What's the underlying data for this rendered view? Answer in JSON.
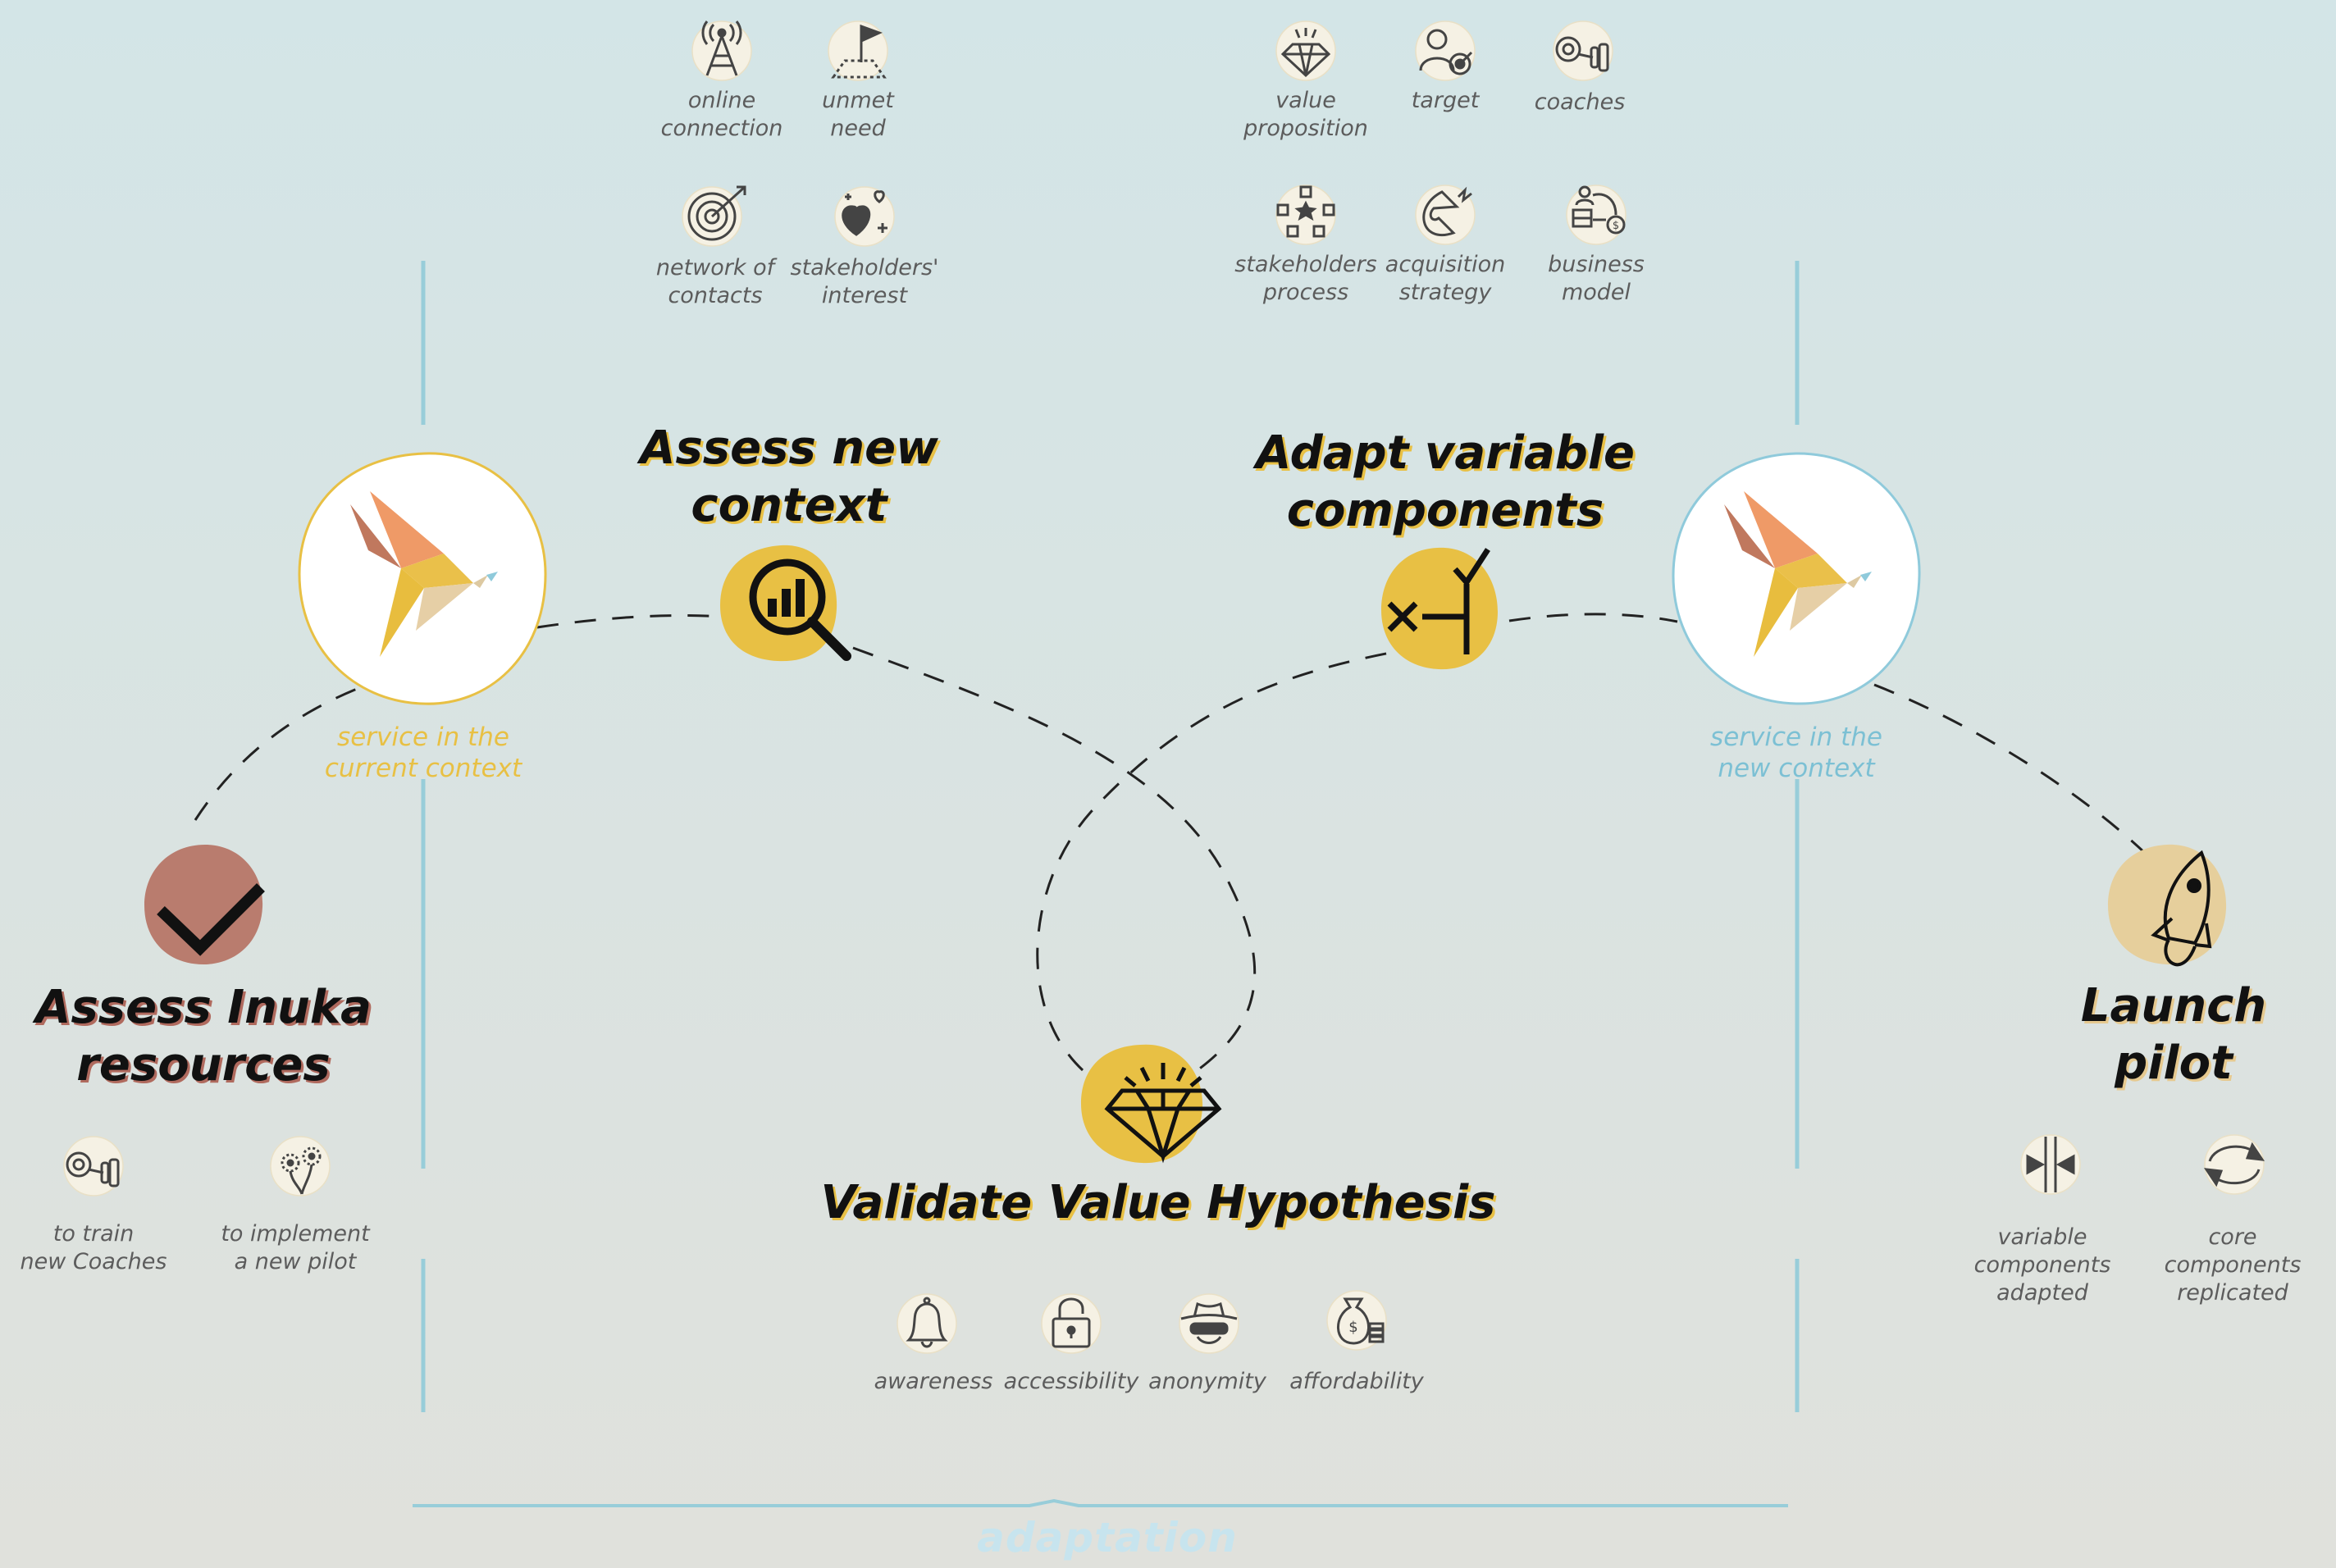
{
  "stages": {
    "assess_resources": {
      "title": "Assess Inuka\nresources"
    },
    "assess_context": {
      "title": "Assess new\ncontext"
    },
    "adapt_components": {
      "title": "Adapt variable\ncomponents"
    },
    "validate": {
      "title": "Validate Value Hypothesis"
    },
    "launch": {
      "title": "Launch\npilot"
    }
  },
  "contexts": {
    "current": "service in the\ncurrent context",
    "new": "service in the\nnew context"
  },
  "assess_context_items": [
    {
      "label": "online\nconnection",
      "icon": "antenna-icon"
    },
    {
      "label": "unmet\nneed",
      "icon": "flag-icon"
    },
    {
      "label": "network of\ncontacts",
      "icon": "target-icon"
    },
    {
      "label": "stakeholders'\ninterest",
      "icon": "heart-sparkle-icon"
    }
  ],
  "adapt_items": [
    {
      "label": "value\nproposition",
      "icon": "diamond-icon"
    },
    {
      "label": "target",
      "icon": "person-target-icon"
    },
    {
      "label": "coaches",
      "icon": "dumbbell-icon"
    },
    {
      "label": "stakeholders\nprocess",
      "icon": "network-icon"
    },
    {
      "label": "acquisition\nstrategy",
      "icon": "magnet-icon"
    },
    {
      "label": "business\nmodel",
      "icon": "business-model-icon"
    }
  ],
  "resource_items": [
    {
      "label": "to train\nnew Coaches",
      "icon": "dumbbell-icon"
    },
    {
      "label": "to implement\na new pilot",
      "icon": "dandelion-icon"
    }
  ],
  "validate_items": [
    {
      "label": "awareness",
      "icon": "bell-icon"
    },
    {
      "label": "accessibility",
      "icon": "padlock-icon"
    },
    {
      "label": "anonymity",
      "icon": "spy-icon"
    },
    {
      "label": "affordability",
      "icon": "money-bag-icon"
    }
  ],
  "launch_items": [
    {
      "label": "variable\ncomponents\nadapted",
      "icon": "arrows-in-icon"
    },
    {
      "label": "core\ncomponents\nreplicated",
      "icon": "cycle-icon"
    }
  ],
  "bracket_label": "adaptation",
  "colors": {
    "yellow": "#e8c044",
    "brown": "#b97c6e",
    "tan": "#e6cf9c",
    "blue_line": "#98cdd9",
    "text_gray": "#5c5c5c",
    "dark": "#111111"
  }
}
